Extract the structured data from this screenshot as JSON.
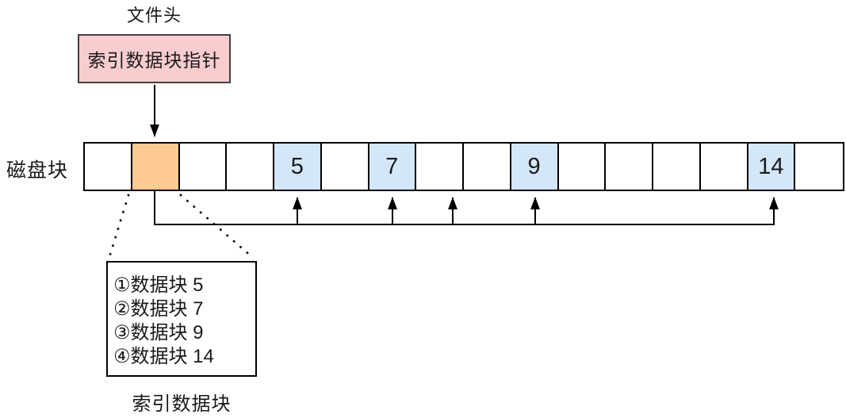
{
  "diagram": {
    "file_header_label": "文件头",
    "pointer_box_label": "索引数据块指针",
    "disk_row_label": "磁盘块",
    "index_block_caption": "索引数据块",
    "colors": {
      "pointer_box_fill": "#f9cdd0",
      "index_cell_fill": "#fdca94",
      "data_cell_fill": "#d4e6f9",
      "line": "#000000"
    },
    "disk_blocks": [
      {
        "value": "",
        "fill": "empty"
      },
      {
        "value": "",
        "fill": "index"
      },
      {
        "value": "",
        "fill": "empty"
      },
      {
        "value": "",
        "fill": "empty"
      },
      {
        "value": "5",
        "fill": "data"
      },
      {
        "value": "",
        "fill": "empty"
      },
      {
        "value": "7",
        "fill": "data"
      },
      {
        "value": "",
        "fill": "empty"
      },
      {
        "value": "",
        "fill": "empty"
      },
      {
        "value": "9",
        "fill": "data"
      },
      {
        "value": "",
        "fill": "empty"
      },
      {
        "value": "",
        "fill": "empty"
      },
      {
        "value": "",
        "fill": "empty"
      },
      {
        "value": "",
        "fill": "empty"
      },
      {
        "value": "14",
        "fill": "data"
      },
      {
        "value": "",
        "fill": "empty"
      }
    ],
    "index_entries": [
      "①数据块 5",
      "②数据块 7",
      "③数据块 9",
      "④数据块 14"
    ]
  }
}
